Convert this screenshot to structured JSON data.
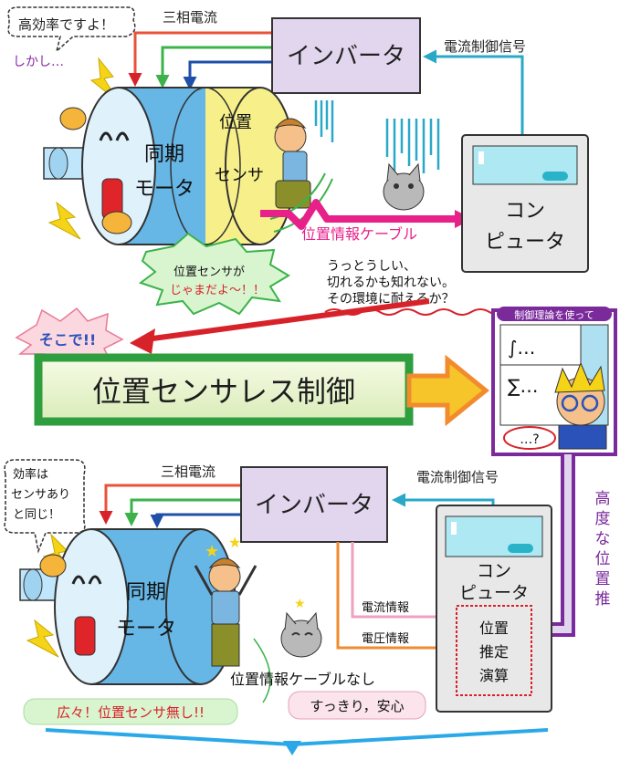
{
  "top": {
    "speech": "高効率ですよ！",
    "but": "しかし…",
    "three_phase": "三相電流",
    "inverter": "インバータ",
    "control_signal": "電流制御信号",
    "motor_line1": "同期",
    "motor_line2": "モータ",
    "sensor_line1": "位置",
    "sensor_line2": "センサ",
    "computer_line1": "コン",
    "computer_line2": "ピュータ",
    "cable": "位置情報ケーブル",
    "burst_line1": "位置センサが",
    "burst_line2": "じゃまだよ～！！",
    "note_line1": "うっとうしい、",
    "note_line2": "切れるかも知れない。",
    "note_line3": "その環境に耐えるか？"
  },
  "middle": {
    "sokode": "そこで!!",
    "title": "位置センサレス制御",
    "panel_caption": "制御理論を使って",
    "integral": "∫…",
    "sum": "∑…",
    "thought": "…?",
    "vertical": "高度な位置推定"
  },
  "bottom": {
    "speech_line1": "効率は",
    "speech_line2": "センサあり",
    "speech_line3": "と同じ！",
    "three_phase": "三相電流",
    "inverter": "インバータ",
    "control_signal": "電流制御信号",
    "motor_line1": "同期",
    "motor_line2": "モータ",
    "computer_line1": "コン",
    "computer_line2": "ピュータ",
    "current_info": "電流情報",
    "voltage_info": "電圧情報",
    "estimate_line1": "位置",
    "estimate_line2": "推定",
    "estimate_line3": "演算",
    "no_cable": "位置情報ケーブルなし",
    "no_sensor": "広々！位置センサ無し!!",
    "relief": "すっきり，安心"
  },
  "colors": {
    "inverter_fill": "#e2d6ee",
    "motor_blue": "#66b6e6",
    "sensor_yellow": "#f7f08a",
    "title_green": "#2f9e3f",
    "arrow_red": "#d8222a",
    "arrow_purple": "#7b2a9c",
    "signal_cyan": "#2aa8c8",
    "cable_pink": "#e8208a",
    "computer_fill": "#e8e8e8",
    "screen_cyan": "#aee8f2"
  }
}
